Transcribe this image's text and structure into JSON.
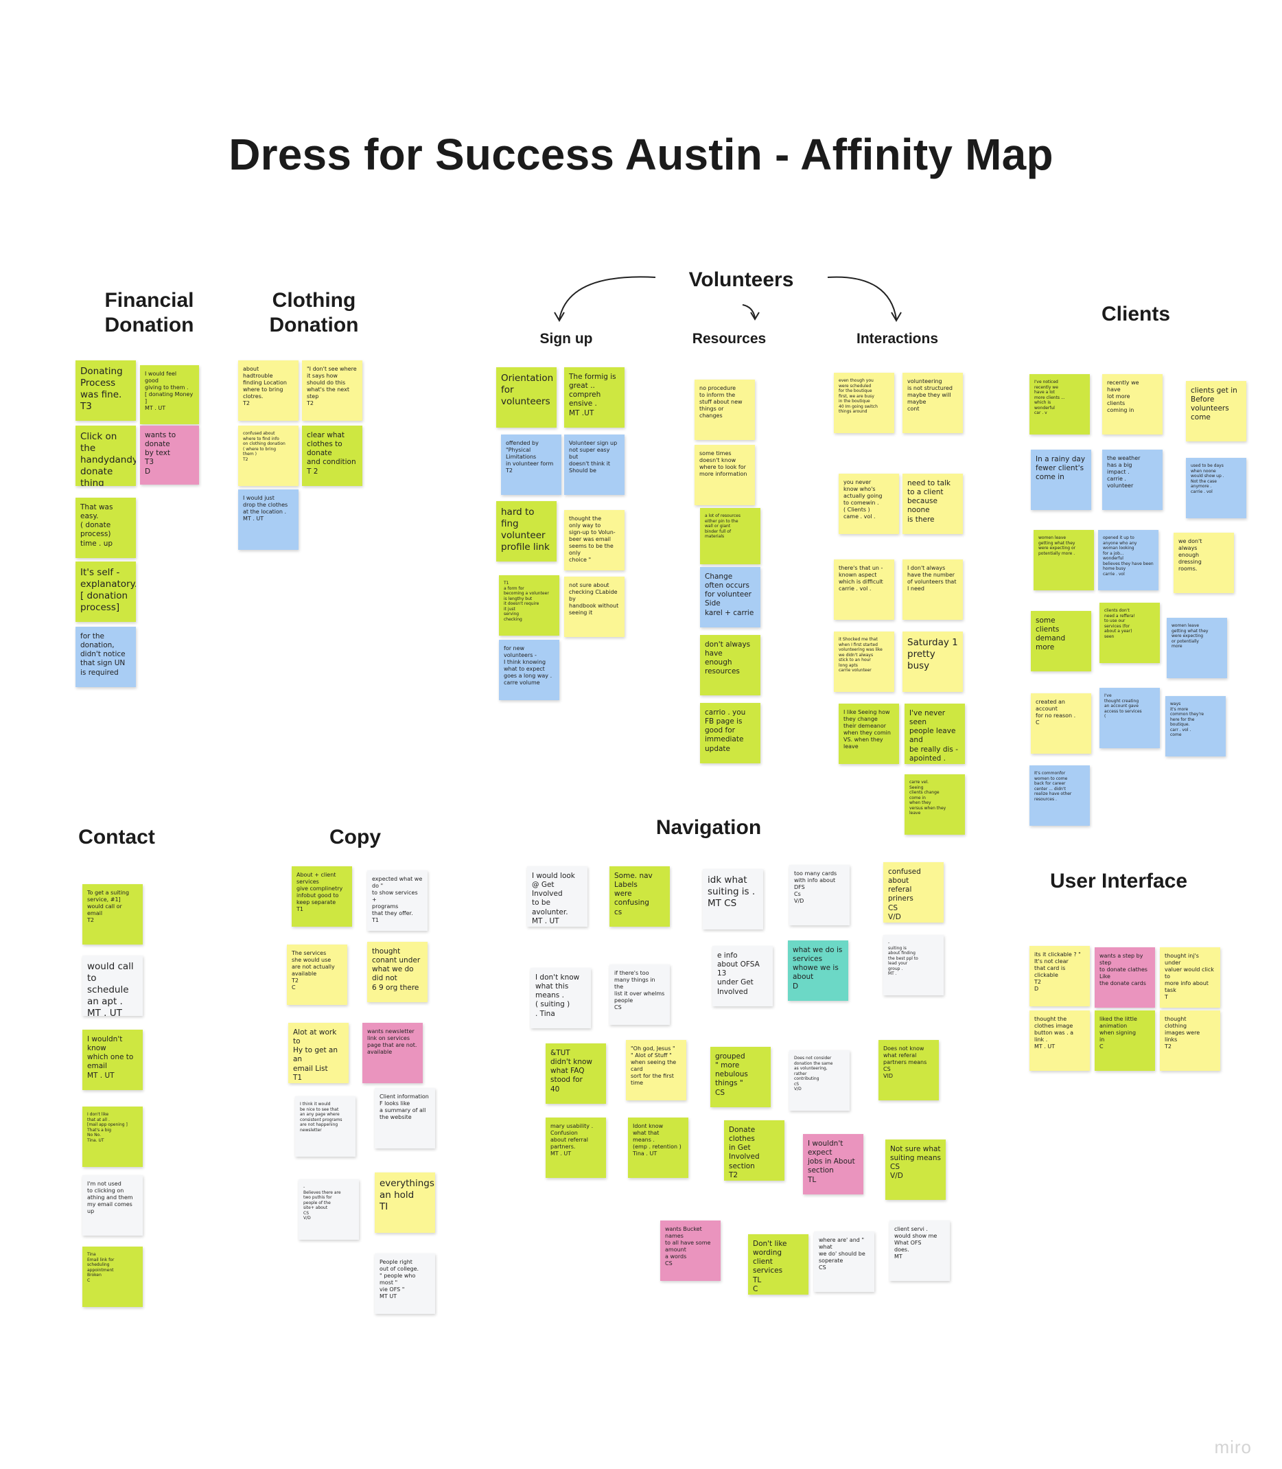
{
  "board": {
    "title": "Dress for Success Austin - Affinity Map",
    "watermark": "miro"
  },
  "colors": {
    "yellow": "#fbf694",
    "green": "#cee741",
    "blue": "#a9cdf4",
    "pink": "#ea94be",
    "teal": "#6cd8c6",
    "white": "#f5f6f8"
  },
  "headings": {
    "financial": "Financial\nDonation",
    "clothing": "Clothing\nDonation",
    "volunteers": "Volunteers",
    "clients": "Clients",
    "contact": "Contact",
    "copy": "Copy",
    "navigation": "Navigation",
    "ui": "User Interface",
    "signup": "Sign up",
    "resources": "Resources",
    "interactions": "Interactions"
  },
  "notes": {
    "fd1": "Donating\nProcess\nwas fine.\nT3",
    "fd2": "I would feel\ngood\ngiving to them .\n[ donating Money\n]\nMT . UT",
    "fd3": "Click on the\nhandydandy\ndonate thing\ntine",
    "fd4": "wants to\ndonate\nby text\nT3\nD",
    "fd5": "That was\neasy.\n( donate\nprocess)\ntime . up",
    "fd6": "It's self -\nexplanatory.\n[ donation\nprocess]",
    "fd7": "for the\ndonation,\ndidn't notice\nthat sign UN\nis required",
    "cd1": "about\nhadtrouble\nfinding Location\nwhere to bring\nclotres.\nT2",
    "cd2": "\"I don't see where\nit says how\nshould do this\nwhat's the next\nstep\nT2",
    "cd3": "confused about\nwhere to find info\non clothing donation\n( where to bring\nthem )\nT2",
    "cd4": "clear what\nclothes to\ndonate\nand condition\nT 2",
    "cd5": "I would just\ndrop the clothes\nat the location .\nMT . UT",
    "su1": "Orientation\nfor\nvolunteers",
    "su2": "The formig is\ngreat ..\ncompreh\nensive .\nMT .UT",
    "su3": "offended by\n\"Physical\nLimitations\nin volunteer form\nT2",
    "su4": "Volunteer sign up\nnot super easy\nbut\ndoesn't think it\nShould be",
    "su5": "hard to fing\nvolunteer\nprofile link",
    "su6": "thought the\nonly way to\nsign-up to Volun-\nbeer was email\nseems to be the only\nchoice \"",
    "su7": "T1\na form for\nbecoming a volunteer\nis lengthy but\nit doesn't require\nit just\nserving\nchecking",
    "su8": "not sure about\nchecking CLabide\nby\nhandbook without\nseeing it",
    "su9": "for new\nvolunteers -\nI think knowing\nwhat to expect\ngoes a long way .\ncarre volume",
    "rs1": "no procedure\nto inform the\nstuff about new\nthings or\nchanges",
    "rs2": "some times\ndoesn't know\nwhere to look for\nmore information",
    "rs3": "a lot of resources\neither pin to the\nwall or giant\nbinder full of\nmaterials",
    "rs4": "Change\noften occurs\nfor volunteer\nSide\nkarel + carrie",
    "rs5": "don't always\nhave\nenough\nresources",
    "rs6": "carrio . you\nFB page is\ngood for\nimmediate\nupdate",
    "in1": "even though you\nwere scheduled\nfor the boutique\nfirst, we are busy\nin the boutique\n40 Im going switch\nthings around",
    "in2": "volunteering\nis not structured\nmaybe they will\nmaybe\ncont",
    "in3": "you never\nknow who's\nactually going\nto comewin .\n( Clients )\ncame . vol .",
    "in4": "need to talk\nto a client\nbecause\nnoone\nis there",
    "in5": "there's that un -\nknown aspect\nwhich is difficult\ncarrie . vol .",
    "in6": "I don't always\nhave the number\nof volunteers that\nI need",
    "in7": "it Shocked me that\nwhen I first started\nvolunteering was like\nwe didn't always\nstick to an hour\nlong apts\ncarrie volunteer",
    "in8": "Saturday 1\npretty\nbusy",
    "in9": "I like Seeing how\nthey change\ntheir demeanor\nwhen they comin\nVS. when they\nleave",
    "in10": "I've never seen\npeople leave\nand\nbe really dis -\napointed .",
    "in11": "carre vel.\nSeeing\nclients change\ncome in\nwhen they\nversus when they\nleave",
    "cl1": "I've noticed\nrecently we\nhave a lot\nmore clients ...\nwhich is\nwonderful\ncar . v",
    "cl2": "recently we\nhave\nlot more\nclients\ncoming in",
    "cl3": "clients get in\nBefore\nvolunteers\ncome",
    "cl4": "In a rainy day\nfewer client's\ncome in",
    "cl5": "the weather\nhas a big\nimpact .\ncarrie .\nvolunteer",
    "cl6": "used to be days\nwhen noone\nwould show up .\nNot the case\nanymore .\ncarrie . vol",
    "cl7": "women leave\ngetting what they\nwere expecting or\npotentially more .",
    "cl8": "opened it up to\nanyone who any\nwoman looking\nfor a job...\nwonderful\nbelieves they have been\nhome busy\ncarrie . vol",
    "cl9": "we don't\nalways\nenough\ndressing\nrooms.",
    "cl10": "some\nclients\ndemand\nmore",
    "cl11": "clients don't\nneed a reffera!\nto use our\nservices (for\nabout a year)\nseen",
    "cl12": "women leave\ngetting what they\nwere expecting\nor potentially\nmore",
    "cl13": "created an\naccount\nfor no reason .\nC",
    "cl14": "I've\nthought creating\nan account gave\naccess to services\n(",
    "cl15": "ways\nit's more\ncommon they're\nhere for the\nboutique.\ncarr . vol .\ncome",
    "cl16": "It's commonfor\nwomen to come\nback for career\ncenter ... didn't\nrealize have other\nresources .",
    "ct1": "To get a suiting\nservice, #1]\nwould call or\nemail\nT2",
    "ct2": "would call\nto schedule\nan apt .\nMT . UT",
    "ct3": "I wouldn't\nknow\nwhich one to\nemail\nMT . UT",
    "ct4": "I don't like\nthat at all .\n[mail app opening ]\nThat's a big\nNo No.\nTina. UT",
    "ct5": "I'm not used\nto clicking on\nathing and them\nmy email comes\nup",
    "ct6": "Tina\nEmail link for\nscheduling\nappointment\nBroken\nC",
    "cp1": "About + client\nservices\ngive complinetry\ninfobut good to\nkeep separate\nT1",
    "cp2": "expected what we\ndo \"\nto show services +\nprograms\nthat they offer.\nT1",
    "cp3": "The services\nshe would use\nare not actually\navailable\nT2\nC",
    "cp4": "thought\nconant under\nwhat we do\ndid not\n6 9 org there",
    "cp5": "Alot at work to\nHy to get an an\nemail List\nT1",
    "cp6": "wants newsletter\nlink on services\npage that are not.\navailable",
    "cp7": "I think it would\nbe nice to see that\nan any page where\nconsistent programs\nare not happening\nnewsletter",
    "cp8": "Client information\nF looks like\na summary of all\nthe website",
    "cp9": "-\nBelieves there are\ntwo puthis for\npeople of the\nsite+ about\nCS\nV/D",
    "cp10": "everythings\nan hold\nTI",
    "cp11": "People right\nout of college.\n\" people who\nmost \"\nvie OFS \"\nMT UT",
    "nv1": "I would look\n@ Get Involved\nto be\navolunter.\nMT . UT",
    "nv2": "Some. nav\nLabels\nwere\nconfusing\ncs",
    "nv3": "idk what\nsuiting is .\nMT CS",
    "nv4": "too many cards\nwith info about\nDFS\nCs\nV/D",
    "nv5": "confused\nabout\nreferal priners\nCS\nV/D",
    "nv6": "I don't know\nwhat this\nmeans .\n( suiting )\n. Tina",
    "nv7": "if there's too\nmany things in\nthe\nlist it over whelms\npeople\nCS",
    "nv8": "e info\nabout OFSA 13\nunder Get\nInvolved",
    "nv9": "what we do is\nservices\nwhowe we is\nabout\nD",
    "nv10": "-\nsuiting is\nabout finding\nthe best ppl to\nlead your\ngroup .\nMT .",
    "nv11": "&TUT\ndidn't know\nwhat FAQ\nstood for\n40",
    "nv12": "\"Oh god, Jesus \"\n\" Alot of Stuff \"\nwhen seeing the\ncard\nsort for the first\ntime",
    "nv13": "grouped\n\" more\nnebulous\nthings \"\nCS",
    "nv14": "Does not consider\ndonation the same\nas volunteering,\nrather\ncontributing\ncS\nV/D",
    "nv15": "Does not know\nwhat referal\npartners means\nCS\nVID",
    "nv16": "mary usability .\nConfusion\nabout referral\npartners.\nMT . UT",
    "nv17": "Idont know\nwhat that\nmeans .\n(emp . retention )\nTina . UT",
    "nv18": "Donate clothes\nin Get Involved\nsection\nT2\nD",
    "nv19": "I wouldn't\nexpect\njobs in About\nsection\nTL",
    "nv20": "Not sure what\nsuiting means\nCS\nV/D",
    "nv21": "wants Bucket\nnames\nto all have some\namount\na words\nCS",
    "nv22": "Don't like\nwording\nclient services\nTL\nC",
    "nv23": "where are' and \"\nwhat\nwe do' should be\nsoperate\nCS",
    "nv24": "client servi .\nwould show me\nWhat OFS\ndoes.\nMT",
    "ui1": "its it clickable ? \"\nIt's not clear\nthat card is\nclickable\nT2\nD",
    "ui2": "wants a step by\nstep\nto donate clathes\nLike\nthe donate cards",
    "ui3": "thought inj's under\nvaluer would click\nto\nmore info about\ntask\nT",
    "ui4": "thought the\nclothes image\nbutton was . a\nlink .\nMT . UT",
    "ui5": "liked the little\nanimation\nwhen signing\nin\nC",
    "ui6": "thought\nclothing\nimages were\nlinks\nT2"
  }
}
